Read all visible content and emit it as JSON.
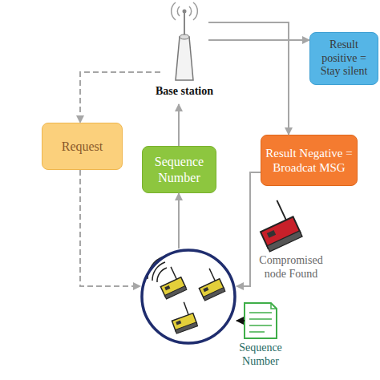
{
  "diagram": {
    "nodes": [
      {
        "text": [
          "Base station"
        ]
      },
      {
        "text": [
          "Result positive = Stay silent"
        ]
      },
      {
        "text": [
          "Request"
        ]
      },
      {
        "text": [
          "Sequence Number"
        ]
      },
      {
        "text": [
          "Result Negative = Broadcat MSG"
        ]
      },
      {
        "text": [
          "Compromised node Found"
        ]
      },
      {
        "text": []
      },
      {
        "text": [
          "Sequence Number"
        ]
      }
    ],
    "edges": [
      {
        "from": 0,
        "to": 1,
        "arrow": "to"
      },
      {
        "from": 0,
        "to": 4,
        "arrow": "to"
      },
      {
        "from": 0,
        "to": 2,
        "arrow": "to"
      },
      {
        "from": 2,
        "to": 6,
        "arrow": "to"
      },
      {
        "from": 6,
        "to": 3,
        "arrow": "to"
      },
      {
        "from": 3,
        "to": 0,
        "arrow": "to"
      },
      {
        "from": 4,
        "to": 6,
        "arrow": "to"
      },
      {
        "from": 7,
        "to": 6,
        "arrow": "to"
      }
    ]
  }
}
